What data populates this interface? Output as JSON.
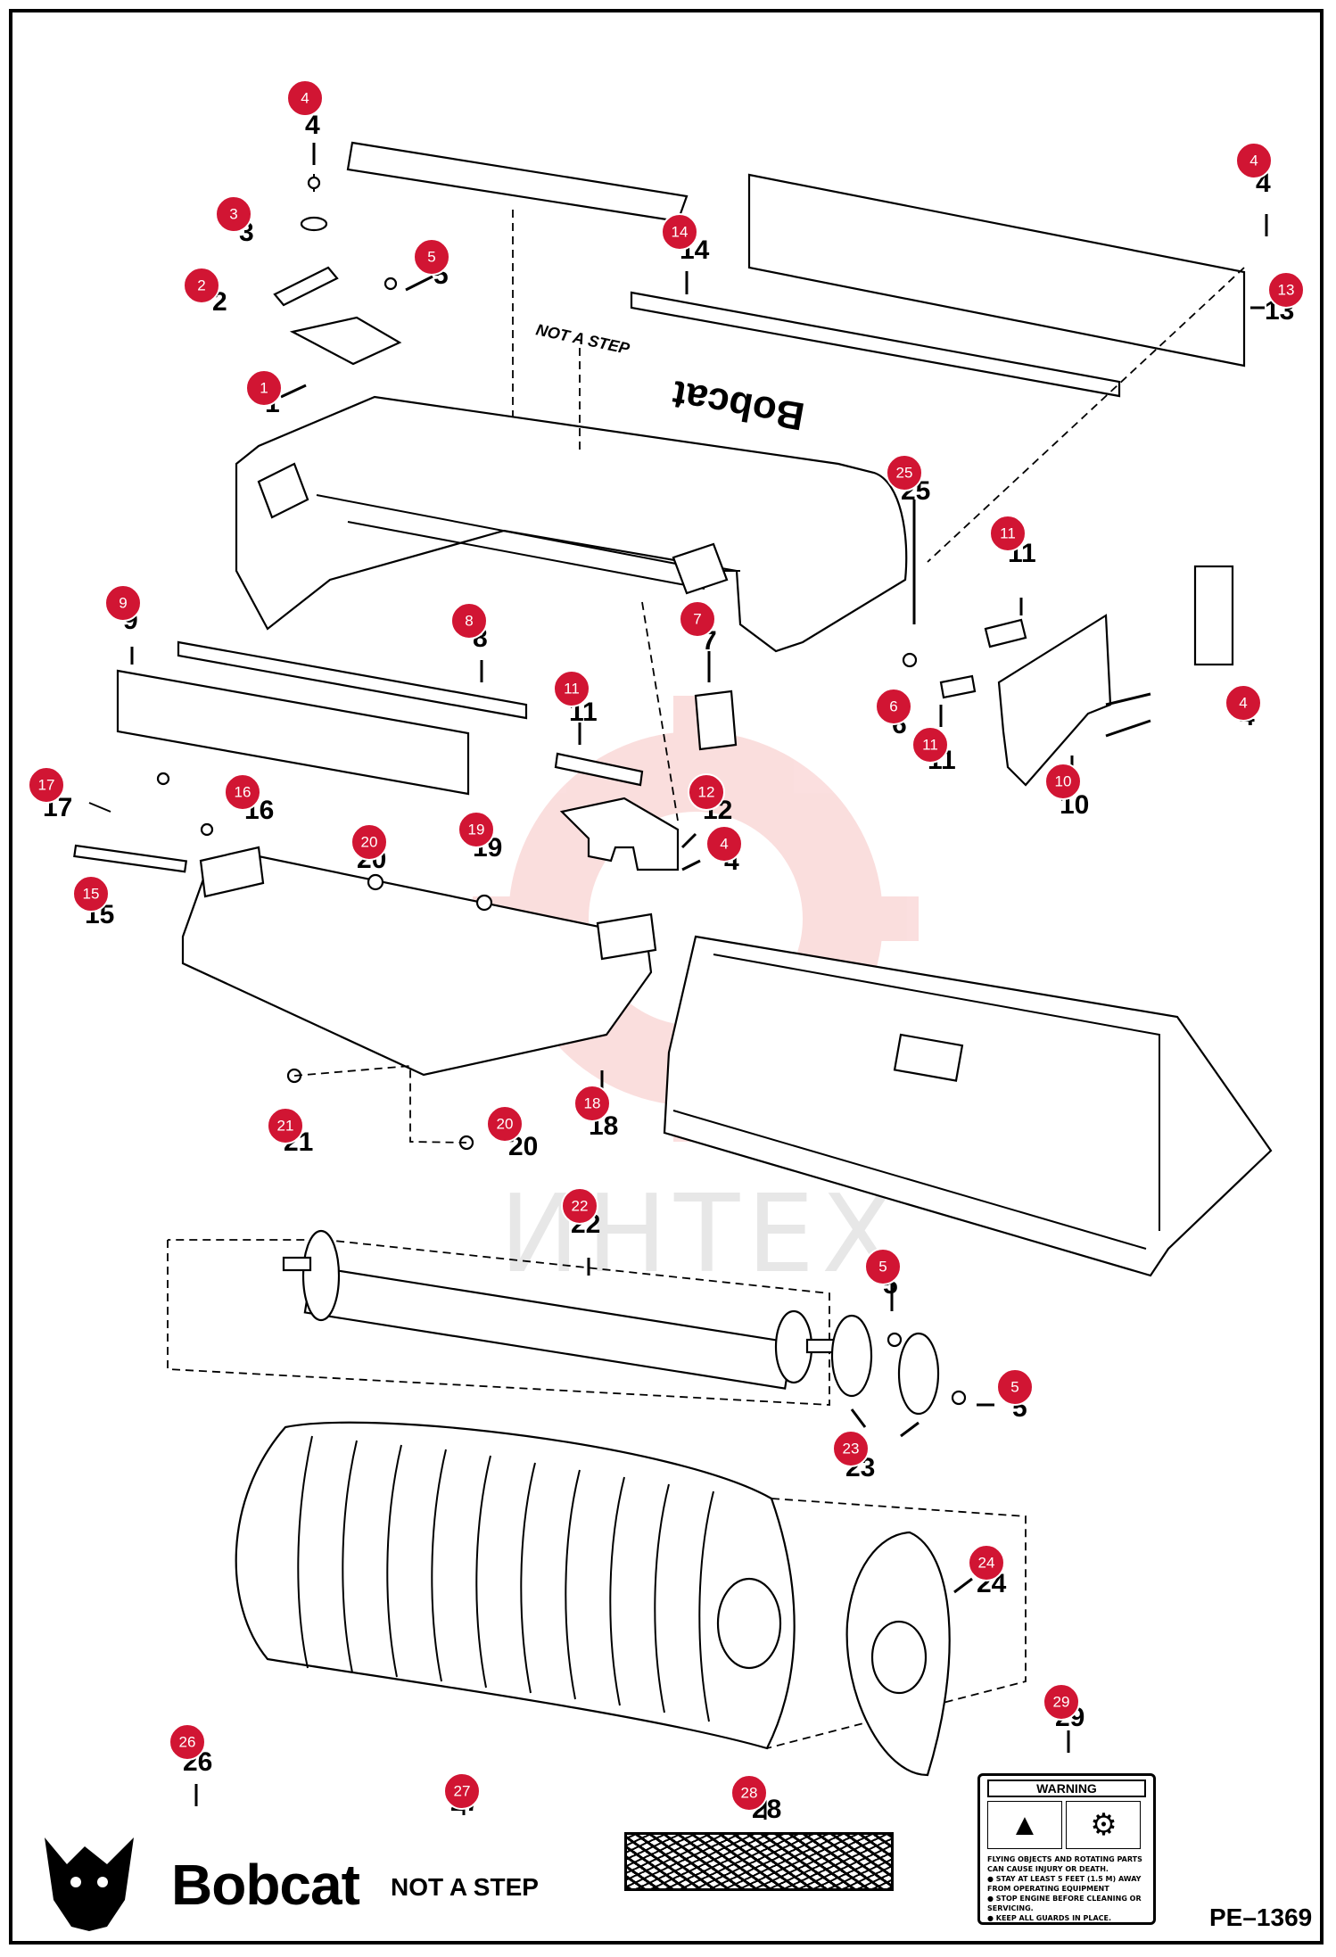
{
  "document": {
    "drawing_number": "PE–1369",
    "brand_name": "Bobcat",
    "not_a_step_decal": "NOT A STEP",
    "embossed_text": {
      "top_panel": "NOT A STEP",
      "panel_logo": "Bobcat"
    },
    "watermark": "ИНТЕХ",
    "warning_decal": {
      "heading": "WARNING",
      "lines": [
        "FLYING OBJECTS AND ROTATING PARTS CAN CAUSE INJURY OR DEATH.",
        "● STAY AT LEAST 5 FEET (1.5 M) AWAY FROM OPERATING EQUIPMENT",
        "● STOP ENGINE BEFORE CLEANING OR SERVICING.",
        "● KEEP ALL GUARDS IN PLACE."
      ]
    },
    "callout_color": "#d11533",
    "parts": [
      {
        "id": "p1",
        "number": "1"
      },
      {
        "id": "p2",
        "number": "2"
      },
      {
        "id": "p3",
        "number": "3"
      },
      {
        "id": "p4a",
        "number": "4"
      },
      {
        "id": "p4b",
        "number": "4"
      },
      {
        "id": "p4c",
        "number": "4"
      },
      {
        "id": "p4d",
        "number": "4"
      },
      {
        "id": "p5a",
        "number": "5"
      },
      {
        "id": "p5b",
        "number": "5"
      },
      {
        "id": "p5c",
        "number": "5"
      },
      {
        "id": "p6",
        "number": "6"
      },
      {
        "id": "p7",
        "number": "7"
      },
      {
        "id": "p8",
        "number": "8"
      },
      {
        "id": "p9",
        "number": "9"
      },
      {
        "id": "p10",
        "number": "10"
      },
      {
        "id": "p11a",
        "number": "11"
      },
      {
        "id": "p11b",
        "number": "11"
      },
      {
        "id": "p11c",
        "number": "11"
      },
      {
        "id": "p12",
        "number": "12"
      },
      {
        "id": "p13",
        "number": "13"
      },
      {
        "id": "p14",
        "number": "14"
      },
      {
        "id": "p15",
        "number": "15"
      },
      {
        "id": "p16",
        "number": "16"
      },
      {
        "id": "p17",
        "number": "17"
      },
      {
        "id": "p18",
        "number": "18"
      },
      {
        "id": "p19",
        "number": "19"
      },
      {
        "id": "p20a",
        "number": "20"
      },
      {
        "id": "p20b",
        "number": "20"
      },
      {
        "id": "p21",
        "number": "21"
      },
      {
        "id": "p22",
        "number": "22"
      },
      {
        "id": "p23",
        "number": "23"
      },
      {
        "id": "p24",
        "number": "24"
      },
      {
        "id": "p25",
        "number": "25"
      },
      {
        "id": "p26",
        "number": "26"
      },
      {
        "id": "p27",
        "number": "27"
      },
      {
        "id": "p28",
        "number": "28"
      },
      {
        "id": "p29",
        "number": "29"
      }
    ]
  }
}
